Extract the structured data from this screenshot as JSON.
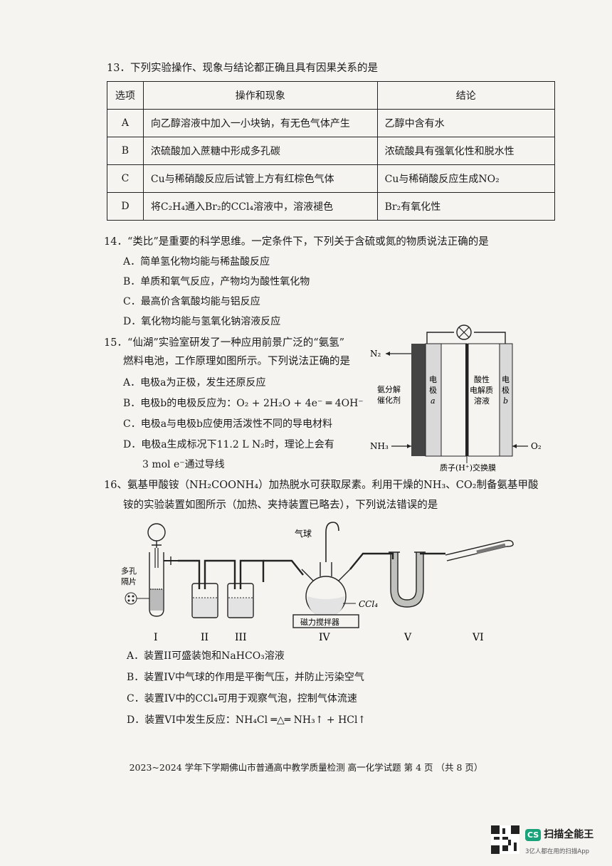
{
  "q13": {
    "stem": "13．下列实验操作、现象与结论都正确且具有因果关系的是",
    "headers": [
      "选项",
      "操作和现象",
      "结论"
    ],
    "rows": [
      {
        "opt": "A",
        "op": "向乙醇溶液中加入一小块钠，有无色气体产生",
        "res": "乙醇中含有水"
      },
      {
        "opt": "B",
        "op": "浓硫酸加入蔗糖中形成多孔碳",
        "res": "浓硫酸具有强氧化性和脱水性"
      },
      {
        "opt": "C",
        "op": "Cu与稀硝酸反应后试管上方有红棕色气体",
        "res": "Cu与稀硝酸反应生成NO₂"
      },
      {
        "opt": "D",
        "op": "将C₂H₄通入Br₂的CCl₄溶液中，溶液褪色",
        "res": "Br₂有氧化性"
      }
    ]
  },
  "q14": {
    "stem": "14．“类比”是重要的科学思维。一定条件下，下列关于含硫或氮的物质说法正确的是",
    "options": [
      "A．简单氢化物均能与稀盐酸反应",
      "B．单质和氧气反应，产物均为酸性氧化物",
      "C．最高价含氧酸均能与铝反应",
      "D．氧化物均能与氢氧化钠溶液反应"
    ]
  },
  "q15": {
    "stem_line1": "15．“仙湖”实验室研发了一种应用前景广泛的“氨氢”",
    "stem_line2": "燃料电池，工作原理如图所示。下列说法正确的是",
    "options": [
      "A．电极a为正极，发生还原反应",
      "B．电极b的电极反应为：O₂ + 2H₂O + 4e⁻ ═ 4OH⁻",
      "C．电极a与电极b应使用活泼性不同的导电材料",
      "D．电极a生成标况下11.2 L N₂时，理论上会有"
    ],
    "option_d_cont": "3 mol e⁻通过导线",
    "diagram": {
      "n2": "N₂",
      "nh3": "NH₃",
      "o2": "O₂",
      "catalyst": [
        "氨分解",
        "催化剂"
      ],
      "electrode_a": [
        "电",
        "极",
        "a"
      ],
      "electrolyte": [
        "酸性",
        "电解质",
        "溶液"
      ],
      "electrode_b": [
        "电",
        "极",
        "b"
      ],
      "membrane": "质子(H⁺)交换膜"
    }
  },
  "q16": {
    "stem_line1": "16、氨基甲酸铵（NH₂COONH₄）加热脱水可获取尿素。利用干燥的NH₃、CO₂制备氨基甲酸",
    "stem_line2": "铵的实验装置如图所示（加热、夹持装置已略去），下列说法错误的是",
    "options": [
      "A．装置II可盛装饱和NaHCO₃溶液",
      "B．装置IV中气球的作用是平衡气压，并防止污染空气",
      "C．装置IV中的CCl₄可用于观察气泡，控制气体流速",
      "D．装置VI中发生反应：NH₄Cl ═△═ NH₃↑ + HCl↑"
    ],
    "diagram": {
      "balloon": "气球",
      "porous": [
        "多孔",
        "隔片"
      ],
      "ccl4": "CCl₄",
      "stirrer": "磁力搅拌器",
      "labels": [
        "I",
        "II",
        "III",
        "IV",
        "V",
        "VI"
      ]
    }
  },
  "footer": "2023~2024 学年下学期佛山市普通高中教学质量检测  高一化学试题  第 4 页  （共 8 页）",
  "watermark": {
    "logo": "CS",
    "brand": "扫描全能王",
    "slogan": "3亿人都在用的扫描App"
  }
}
